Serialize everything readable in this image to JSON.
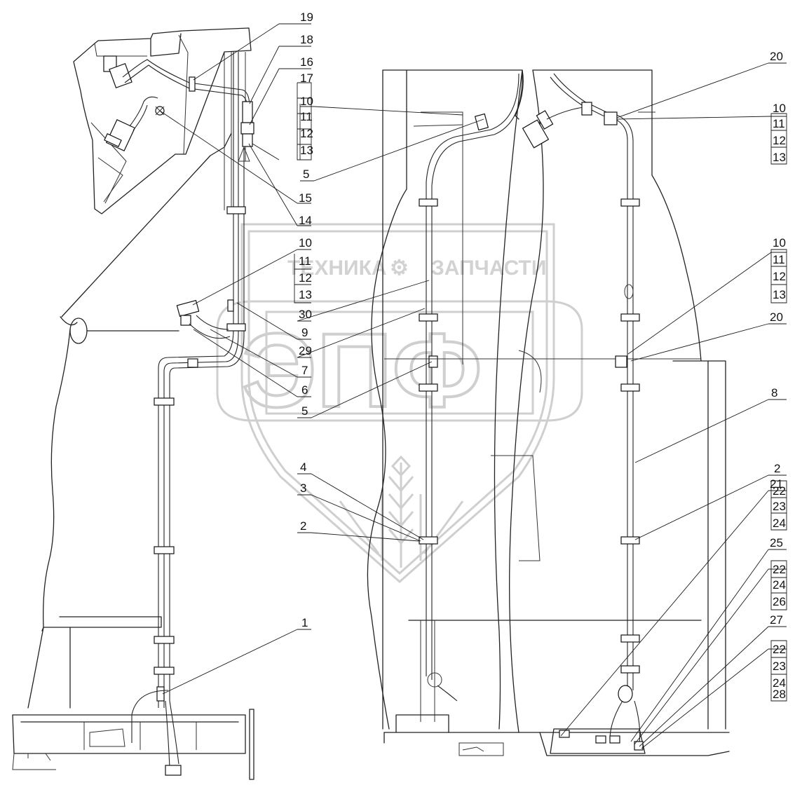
{
  "watermark": {
    "left_text": "ТЕХНИКА",
    "right_text": "ЗАПЧАСТИ",
    "logo_text": "ЭПФ"
  },
  "callouts": [
    {
      "id": "c19",
      "text": "19"
    },
    {
      "id": "c18",
      "text": "18"
    },
    {
      "id": "c16",
      "text": "16"
    },
    {
      "id": "c17",
      "text": "17"
    },
    {
      "id": "c10a",
      "text": "10"
    },
    {
      "id": "c11a",
      "text": "11"
    },
    {
      "id": "c12a",
      "text": "12"
    },
    {
      "id": "c13a",
      "text": "13"
    },
    {
      "id": "c5a",
      "text": "5"
    },
    {
      "id": "c15",
      "text": "15"
    },
    {
      "id": "c14",
      "text": "14"
    },
    {
      "id": "c10b",
      "text": "10"
    },
    {
      "id": "c11b",
      "text": "11"
    },
    {
      "id": "c12b",
      "text": "12"
    },
    {
      "id": "c13b",
      "text": "13"
    },
    {
      "id": "c30",
      "text": "30"
    },
    {
      "id": "c9",
      "text": "9"
    },
    {
      "id": "c29",
      "text": "29"
    },
    {
      "id": "c7",
      "text": "7"
    },
    {
      "id": "c6",
      "text": "6"
    },
    {
      "id": "c5b",
      "text": "5"
    },
    {
      "id": "c4",
      "text": "4"
    },
    {
      "id": "c3",
      "text": "3"
    },
    {
      "id": "c2a",
      "text": "2"
    },
    {
      "id": "c1",
      "text": "1"
    },
    {
      "id": "c20a",
      "text": "20"
    },
    {
      "id": "c10c",
      "text": "10"
    },
    {
      "id": "c11c",
      "text": "11"
    },
    {
      "id": "c12c",
      "text": "12"
    },
    {
      "id": "c13c",
      "text": "13"
    },
    {
      "id": "c10d",
      "text": "10"
    },
    {
      "id": "c11d",
      "text": "11"
    },
    {
      "id": "c12d",
      "text": "12"
    },
    {
      "id": "c13d",
      "text": "13"
    },
    {
      "id": "c20b",
      "text": "20"
    },
    {
      "id": "c8",
      "text": "8"
    },
    {
      "id": "c2b",
      "text": "2"
    },
    {
      "id": "c21",
      "text": "21"
    },
    {
      "id": "c22a",
      "text": "22"
    },
    {
      "id": "c23a",
      "text": "23"
    },
    {
      "id": "c24a",
      "text": "24"
    },
    {
      "id": "c25",
      "text": "25"
    },
    {
      "id": "c22b",
      "text": "22"
    },
    {
      "id": "c24b",
      "text": "24"
    },
    {
      "id": "c26",
      "text": "26"
    },
    {
      "id": "c27",
      "text": "27"
    },
    {
      "id": "c22c",
      "text": "22"
    },
    {
      "id": "c23b",
      "text": "23"
    },
    {
      "id": "c24c",
      "text": "24"
    },
    {
      "id": "c28",
      "text": "28"
    }
  ]
}
